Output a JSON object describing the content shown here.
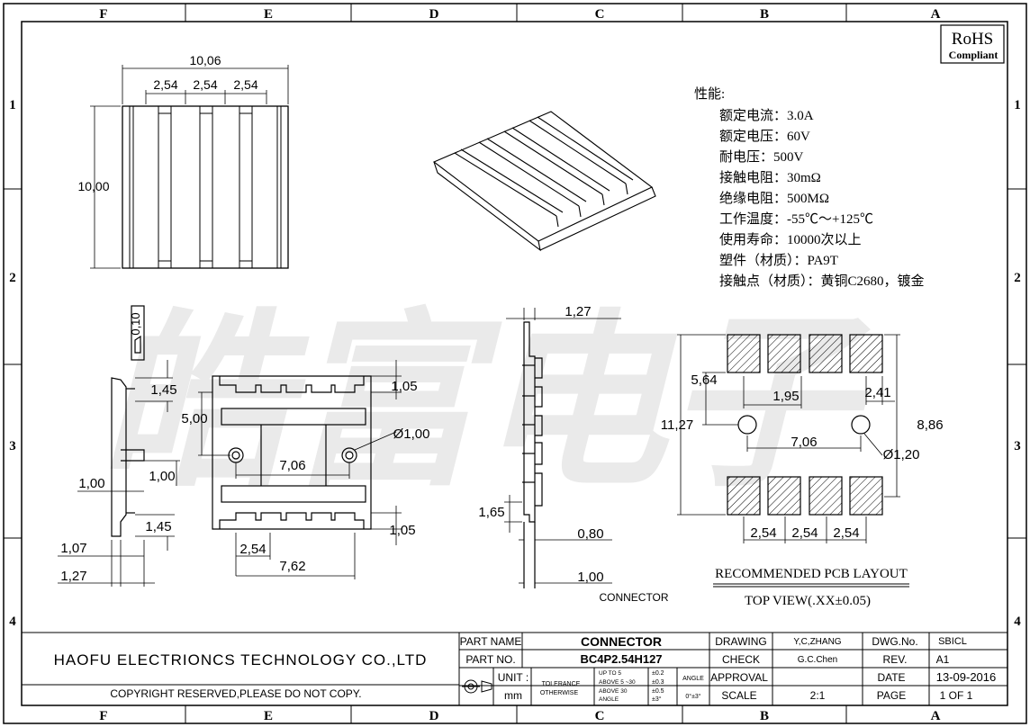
{
  "frame": {
    "columns": [
      "F",
      "E",
      "D",
      "C",
      "B",
      "A"
    ],
    "rows": [
      "1",
      "2",
      "3",
      "4"
    ]
  },
  "watermark": "皓富电子",
  "rohs": {
    "line1": "RoHS",
    "line2": "Compliant"
  },
  "specs": {
    "title": "性能:",
    "lines": [
      "额定电流：3.0A",
      "额定电压：60V",
      "耐电压：500V",
      "接触电阻：30mΩ",
      "绝缘电阻：500MΩ",
      "工作温度：-55℃～+125℃",
      "使用寿命：10000次以上",
      "塑件（材质）：PA9T",
      "接触点（材质）：黄铜C2680，镀金"
    ]
  },
  "top_view_dims": {
    "overall_w": "10,06",
    "pitch1": "2,54",
    "pitch2": "2,54",
    "pitch3": "2,54",
    "overall_h": "10,00"
  },
  "side_view_dims": {
    "d010": "0,10",
    "d145a": "1,45",
    "d100a": "1,00",
    "d100b": "1,00",
    "d145b": "1,45",
    "d107": "1,07",
    "d127": "1,27"
  },
  "bottom_view_dims": {
    "d105a": "1,05",
    "d500": "5,00",
    "hole": "Ø1,00",
    "d706": "7,06",
    "d105b": "1,05",
    "d254": "2,54",
    "d762": "7,62"
  },
  "end_view_dims": {
    "d127": "1,27",
    "d165": "1,65",
    "d080": "0,80",
    "d100": "1,00",
    "label": "CONNECTOR"
  },
  "pcb_dims": {
    "d564": "5,64",
    "d195": "1,95",
    "d241": "2,41",
    "d1127": "11,27",
    "d886": "8,86",
    "d706": "7,06",
    "hole": "Ø1,20",
    "p1": "2,54",
    "p2": "2,54",
    "p3": "2,54"
  },
  "pcb_caption": {
    "line1": "RECOMMENDED PCB LAYOUT",
    "line2": "TOP VIEW(.XX±0.05)"
  },
  "title_block": {
    "company": "HAOFU ELECTRIONCS TECHNOLOGY CO.,LTD",
    "copyright": "COPYRIGHT RESERVED,PLEASE DO NOT COPY.",
    "part_name_label": "PART NAME",
    "part_name": "CONNECTOR",
    "part_no_label": "PART NO.",
    "part_no": "BC4P2.54H127",
    "unit_label": "UNIT :",
    "unit": "mm",
    "tol_label1": "TOLERANCE",
    "tol_label2": "OTHERWISE",
    "tol_r1": "UP TO 5",
    "tol_r2": "ABOVE 5 ~30",
    "tol_r3": "ABOVE 30",
    "tol_r4": "ANGLE",
    "tol_v1": "±0.2",
    "tol_v2": "±0.3",
    "tol_v3": "±0.5",
    "tol_v4": "±3°",
    "angle_label": "ANGLE",
    "angle_value": "0°±3°",
    "drawing_label": "DRAWING",
    "drawing": "Y,C,ZHANG",
    "check_label": "CHECK",
    "check": "G.C.Chen",
    "approval_label": "APPROVAL",
    "scale_label": "SCALE",
    "scale": "2:1",
    "dwg_label": "DWG.No.",
    "dwg": "SBICL",
    "rev_label": "REV.",
    "rev": "A1",
    "date_label": "DATE",
    "date": "13-09-2016",
    "page_label": "PAGE",
    "page": "1 OF 1"
  }
}
